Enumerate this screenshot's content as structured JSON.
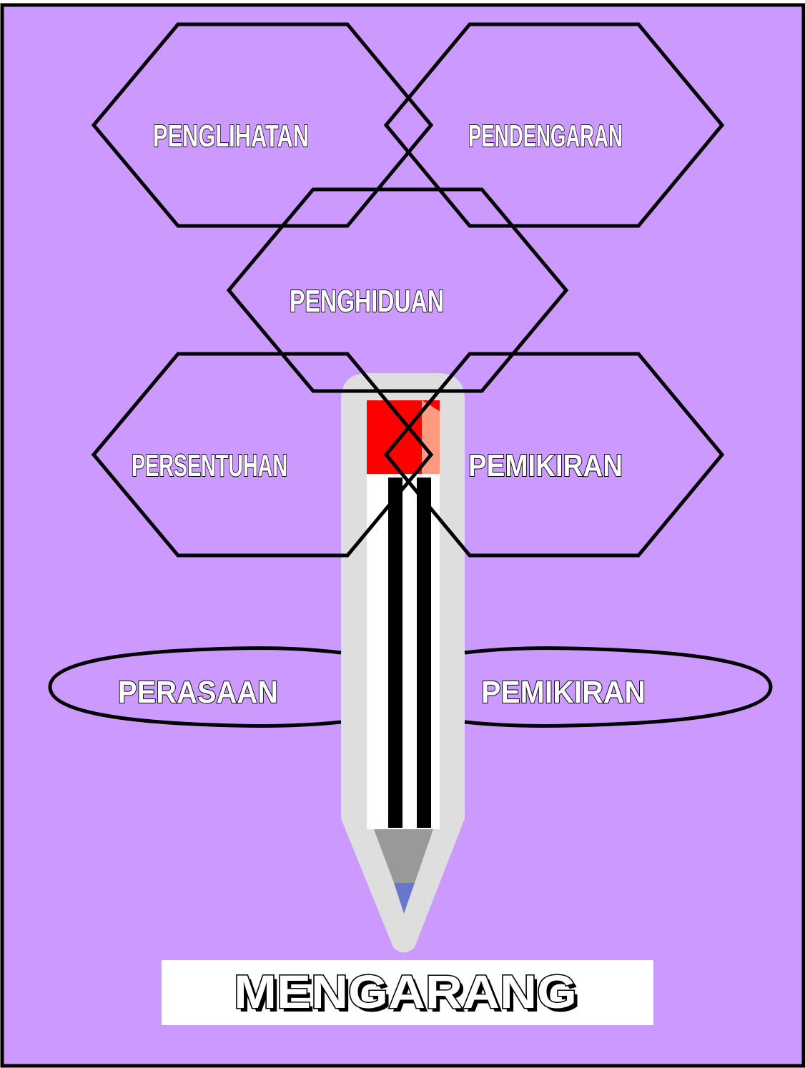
{
  "colors": {
    "background": "#cc99ff",
    "border": "#000000",
    "pencil_outline": "#dedede",
    "pencil_body": "#ffffff",
    "pencil_stripe": "#000000",
    "pencil_eraser": "#ff0000",
    "pencil_eraser_highlight": "#ff9980",
    "pencil_wood": "#999999",
    "pencil_lead": "#6677cc",
    "title_box": "#ffffff"
  },
  "diagram": {
    "hexagons": [
      {
        "id": "penglihatan",
        "label": "PENGLIHATAN"
      },
      {
        "id": "pendengaran",
        "label": "PENDENGARAN"
      },
      {
        "id": "penghiduan",
        "label": "PENGHIDUAN"
      },
      {
        "id": "persentuhan",
        "label": "PERSENTUHAN"
      },
      {
        "id": "pemikiran-hex",
        "label": "PEMIKIRAN"
      }
    ],
    "ellipses": [
      {
        "id": "perasaan",
        "label": "PERASAAN"
      },
      {
        "id": "pemikiran-ellipse",
        "label": "PEMIKIRAN"
      }
    ],
    "title": "MENGARANG"
  }
}
